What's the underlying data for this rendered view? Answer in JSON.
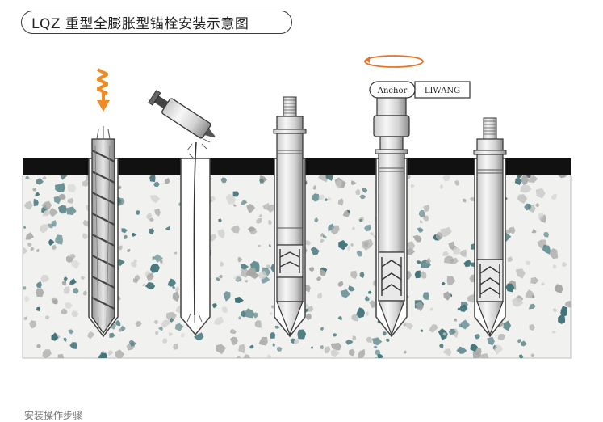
{
  "title": "LQZ 重型全膨胀型锚栓安装示意图",
  "labels": {
    "anchor": "Anchor",
    "brand": "LIWANG"
  },
  "colors": {
    "ground_stripe": "#111111",
    "concrete_bg": "#f1f1ef",
    "aggregate_teal": "#3f7278",
    "aggregate_gray": "#a8a8a8",
    "aggregate_light": "#cfcfcf",
    "drill_arrow": "#f08a24",
    "rotation_arrow": "#e8742a"
  },
  "footer_text": "安装操作步骤"
}
